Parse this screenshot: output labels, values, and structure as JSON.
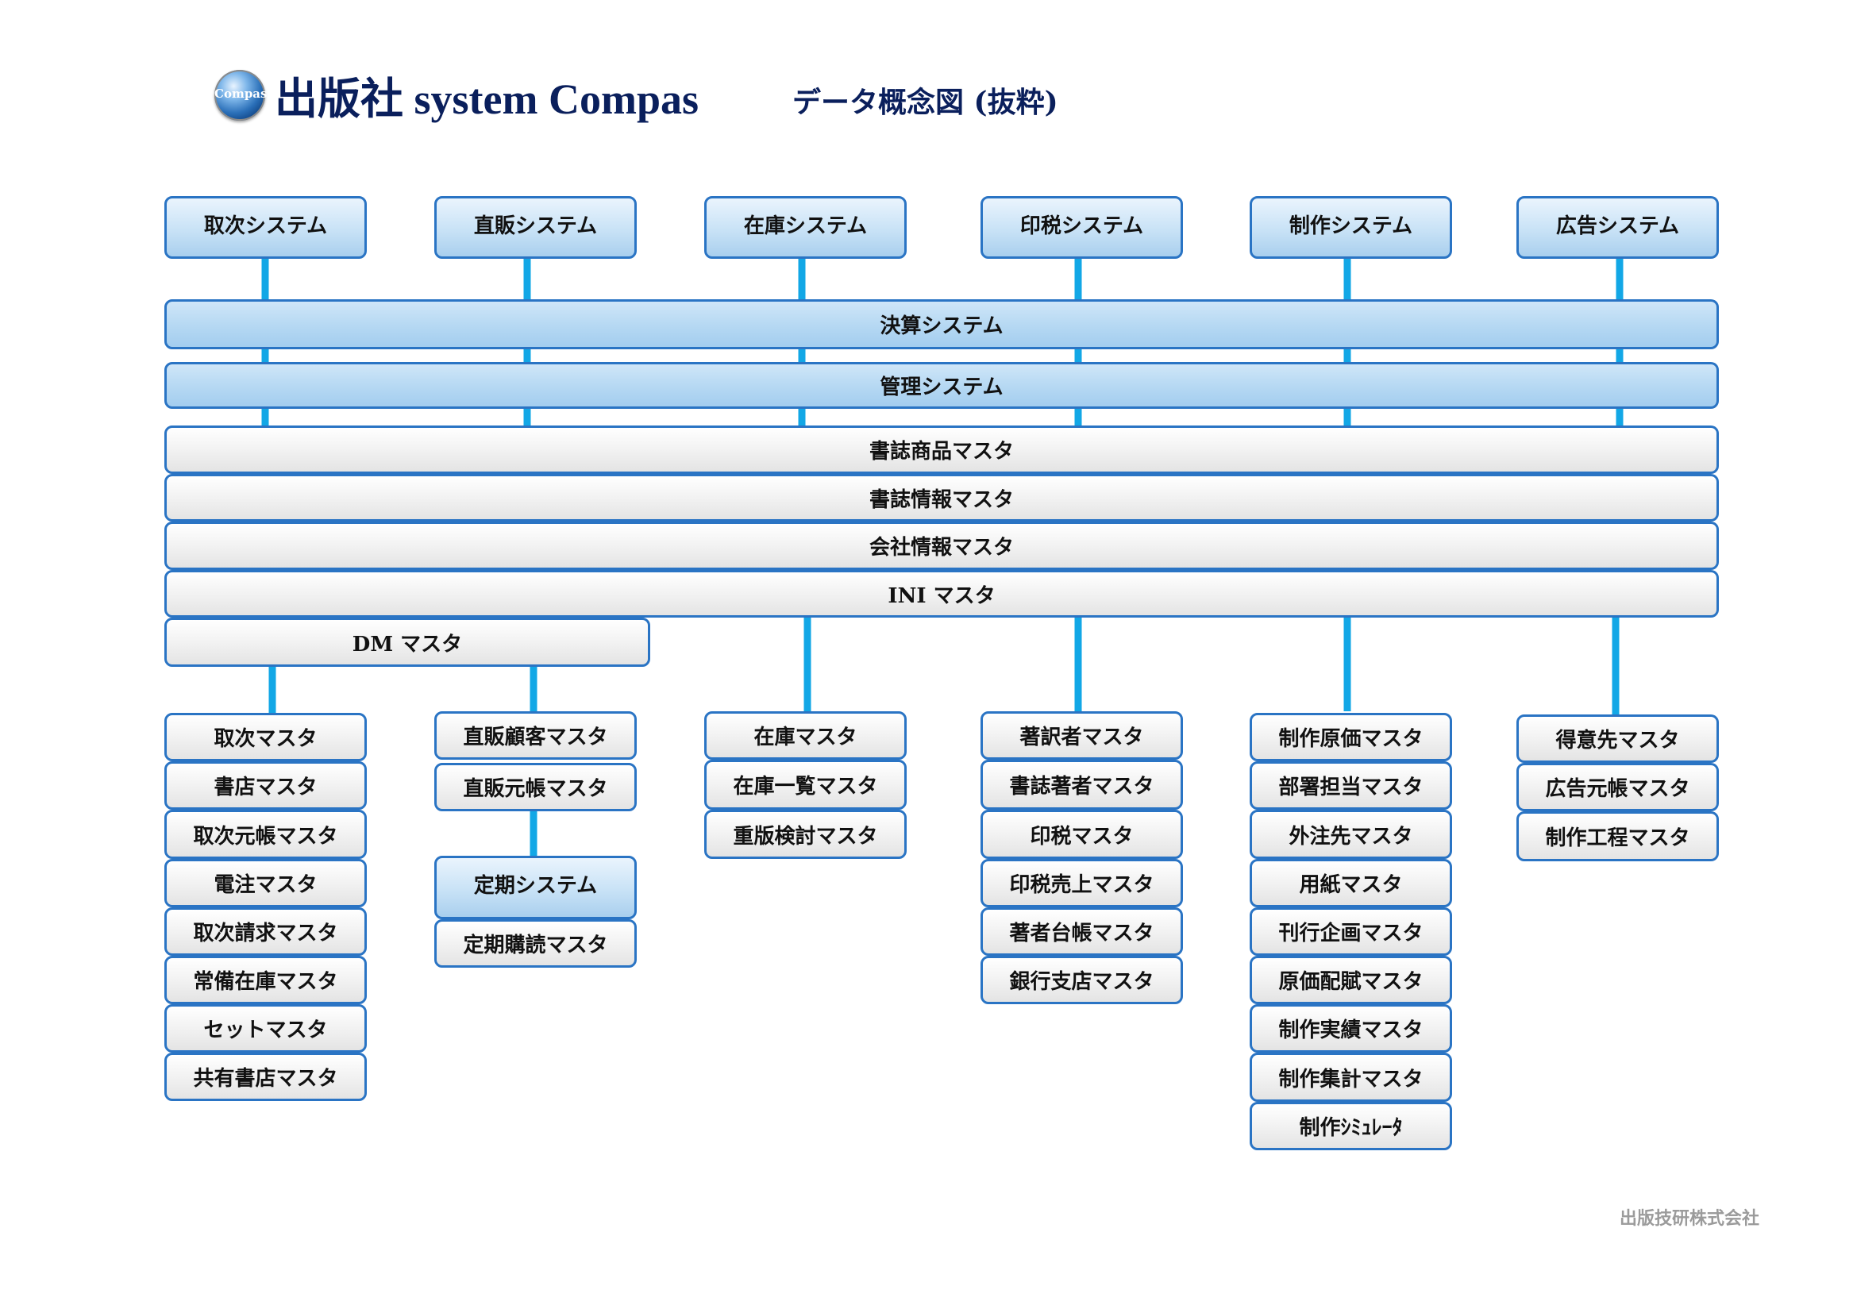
{
  "header": {
    "logo_text": "Compas",
    "app_title": "出版社 system Compas",
    "diagram_title": "データ概念図 (抜粋)"
  },
  "systems": [
    "取次システム",
    "直販システム",
    "在庫システム",
    "印税システム",
    "制作システム",
    "広告システム"
  ],
  "bars": {
    "settlement": "決算システム",
    "management": "管理システム"
  },
  "shared_masters": [
    "書誌商品マスタ",
    "書誌情報マスタ",
    "会社情報マスタ",
    "INI マスタ"
  ],
  "dm_master": "DM マスタ",
  "columns": {
    "torisugi": [
      "取次マスタ",
      "書店マスタ",
      "取次元帳マスタ",
      "電注マスタ",
      "取次請求マスタ",
      "常備在庫マスタ",
      "セットマスタ",
      "共有書店マスタ"
    ],
    "chokuhan": [
      "直販顧客マスタ",
      "直販元帳マスタ"
    ],
    "teiki_system": "定期システム",
    "teiki": [
      "定期購読マスタ"
    ],
    "zaiko": [
      "在庫マスタ",
      "在庫一覧マスタ",
      "重版検討マスタ"
    ],
    "inzei": [
      "著訳者マスタ",
      "書誌著者マスタ",
      "印税マスタ",
      "印税売上マスタ",
      "著者台帳マスタ",
      "銀行支店マスタ"
    ],
    "seisaku": [
      "制作原価マスタ",
      "部署担当マスタ",
      "外注先マスタ",
      "用紙マスタ",
      "刊行企画マスタ",
      "原価配賦マスタ",
      "制作実績マスタ",
      "制作集計マスタ",
      "制作ｼﾐｭﾚｰﾀ"
    ],
    "koukoku": [
      "得意先マスタ",
      "広告元帳マスタ",
      "制作工程マスタ"
    ]
  },
  "footer": {
    "company": "出版技研株式会社"
  },
  "colors": {
    "title": "#0a1f5c",
    "connector": "#12a7e6",
    "border": "#2a74c4",
    "system_fill": "#c8e2f6",
    "master_fill": "#f2f2f2",
    "footer_text": "#9b9b9b"
  }
}
